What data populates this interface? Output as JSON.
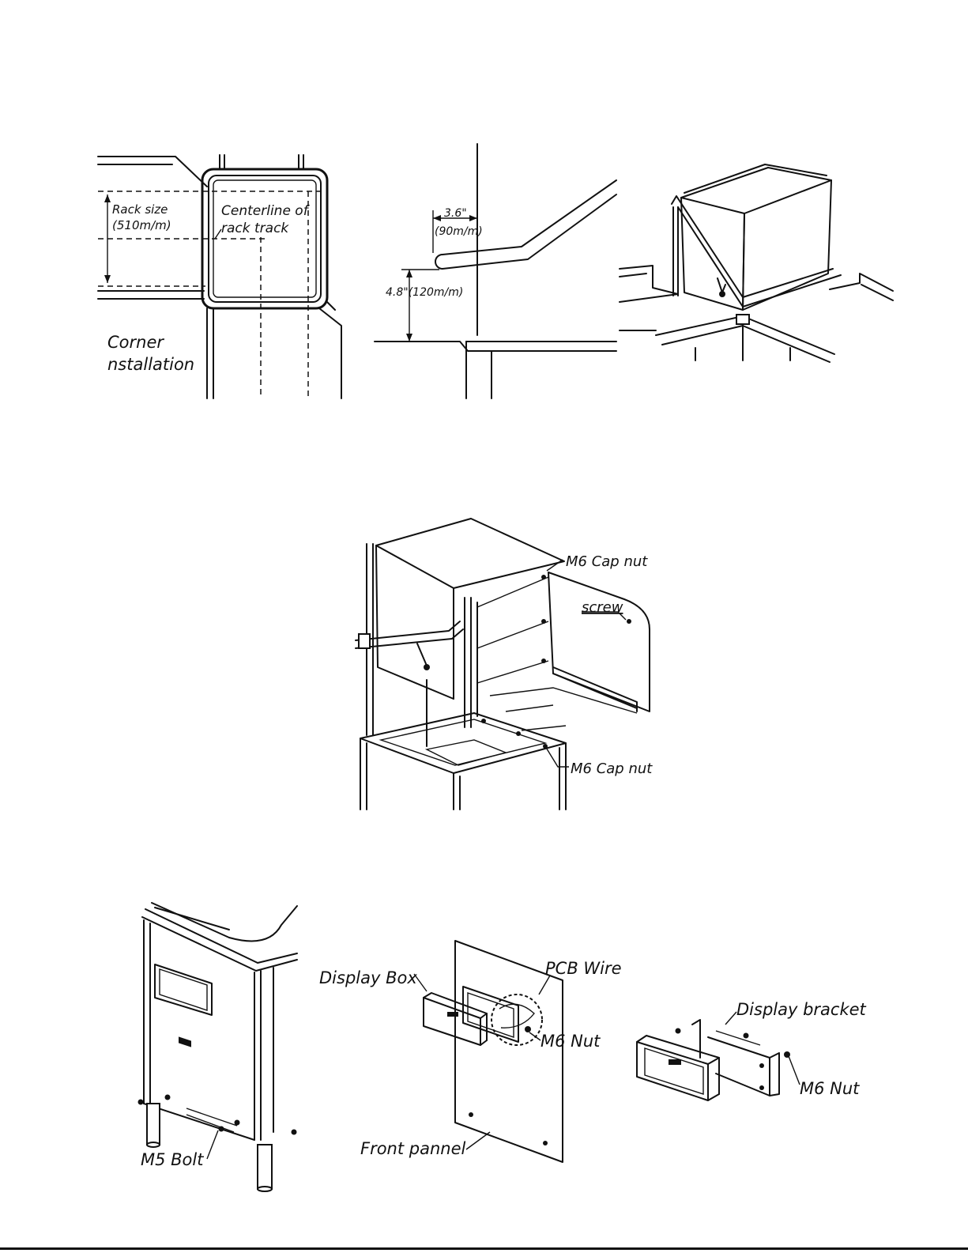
{
  "labels": {
    "rack_size": "Rack size",
    "rack_size_mm": "(510m/m)",
    "centerline_1": "Centerline of",
    "centerline_2": "rack track",
    "corner_1": "Corner",
    "corner_2": "nstallation",
    "dim_width": "3.6\"",
    "dim_width_mm": "(90m/m)",
    "dim_height": "4.8\"(120m/m)",
    "m6_cap_nut_top": "M6 Cap nut",
    "screw": "screw",
    "m6_cap_nut_bottom": "M6 Cap nut",
    "display_box": "Display Box",
    "pcb_wire": "PCB Wire",
    "m6_nut_1": "M6 Nut",
    "display_bracket": "Display bracket",
    "m6_nut_2": "M6 Nut",
    "m5_bolt": "M5 Bolt",
    "front_pannel": "Front pannel"
  }
}
